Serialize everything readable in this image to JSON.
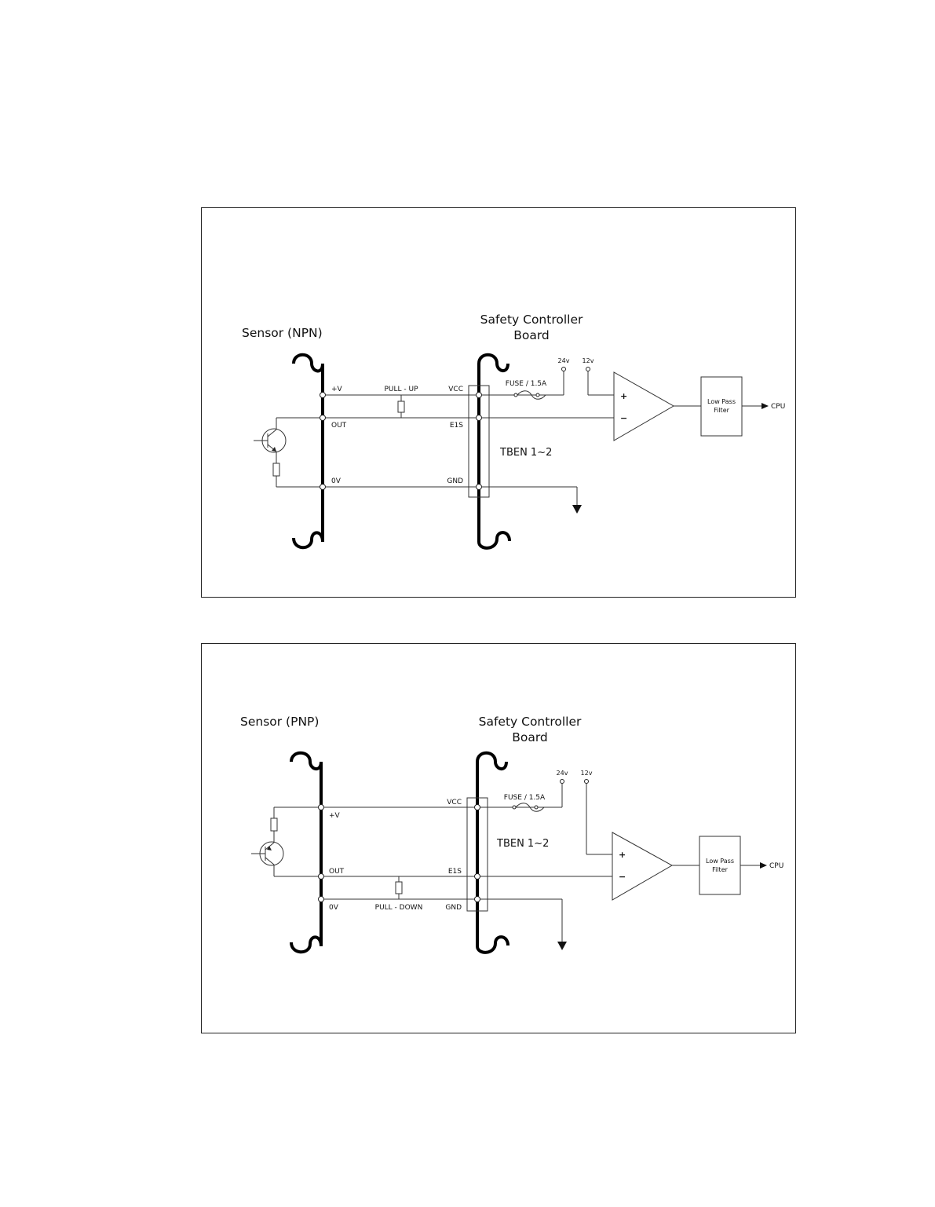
{
  "diagrams": [
    {
      "id": "npn",
      "sensor_title": "Sensor (NPN)",
      "controller_title_line1": "Safety Controller",
      "controller_title_line2": "Board",
      "pin_vplus": "+V",
      "pin_out": "OUT",
      "pin_0v": "0V",
      "resistor_label": "PULL - UP",
      "term_vcc": "VCC",
      "term_e1s": "E1S",
      "term_gnd": "GND",
      "tben_label": "TBEN 1~2",
      "fuse_label": "FUSE / 1.5A",
      "supply_24v": "24v",
      "supply_12v": "12v",
      "opamp_plus": "+",
      "opamp_minus": "−",
      "filter_line1": "Low Pass",
      "filter_line2": "Filter",
      "output_label": "CPU"
    },
    {
      "id": "pnp",
      "sensor_title": "Sensor (PNP)",
      "controller_title_line1": "Safety Controller",
      "controller_title_line2": "Board",
      "pin_vplus": "+V",
      "pin_out": "OUT",
      "pin_0v": "0V",
      "resistor_label": "PULL - DOWN",
      "term_vcc": "VCC",
      "term_e1s": "E1S",
      "term_gnd": "GND",
      "tben_label": "TBEN 1~2",
      "fuse_label": "FUSE / 1.5A",
      "supply_24v": "24v",
      "supply_12v": "12v",
      "opamp_plus": "+",
      "opamp_minus": "−",
      "filter_line1": "Low Pass",
      "filter_line2": "Filter",
      "output_label": "CPU"
    }
  ]
}
